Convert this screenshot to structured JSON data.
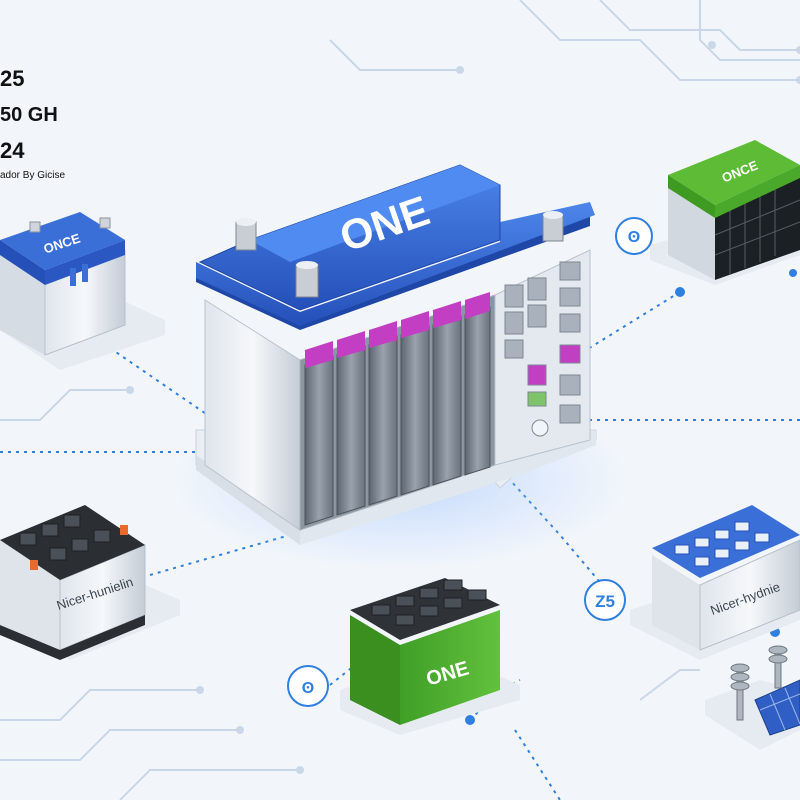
{
  "stats": {
    "line1": "25",
    "line2": "50 GH",
    "line3": "24",
    "caption": "ador By Gicise"
  },
  "batteries": {
    "main": {
      "brand": "ONE"
    },
    "top_left": {
      "brand": "ONCE"
    },
    "top_right": {
      "brand": "ONCE"
    },
    "bottom_left": {
      "label": "Nicer-hunielin"
    },
    "bottom_center": {
      "brand": "ONE"
    },
    "bottom_right": {
      "label": "Nicer-hydnie"
    }
  },
  "badges": {
    "right_top": "ʘ",
    "right_mid": "Z5",
    "bottom_left": "ʘ"
  },
  "colors": {
    "brand_blue": "#2f63cf",
    "brand_green": "#4cae2e",
    "connector": "#2f7fe0",
    "circuit": "#c9d7e8"
  }
}
